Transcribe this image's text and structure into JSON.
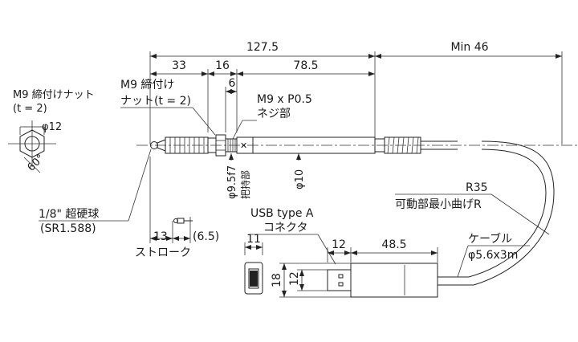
{
  "dimensions": {
    "overall_length": "127.5",
    "cable_min": "Min 46",
    "d33": "33",
    "d16": "16",
    "d78_5": "78.5",
    "d6": "6",
    "d13": "13",
    "d6_5": "(6.5)",
    "d11": "11",
    "d12_conn": "12",
    "d48_5": "48.5",
    "d18": "18",
    "d12_height": "12",
    "dia10": "φ10",
    "dia9_5": "φ9.5f7",
    "dia12": "φ12"
  },
  "labels": {
    "nut_title_line1": "M9 締付けナット",
    "nut_title_line2": "(t = 2)",
    "nut_label_line1": "M9 締付け",
    "nut_label_line2": "ナット(t = 2)",
    "thread_line1": "M9 x P0.5",
    "thread_line2": "ネジ部",
    "grip": "把持部",
    "angle": "60°",
    "ball_line1": "1/8\" 超硬球",
    "ball_line2": "(SR1.588)",
    "stroke": "ストローク",
    "usb_line1": "USB type A",
    "usb_line2": "コネクタ",
    "bend_line1": "R35",
    "bend_line2": "可動部最小曲げR",
    "cable_line1": "ケーブル",
    "cable_line2": "φ5.6x3m"
  }
}
